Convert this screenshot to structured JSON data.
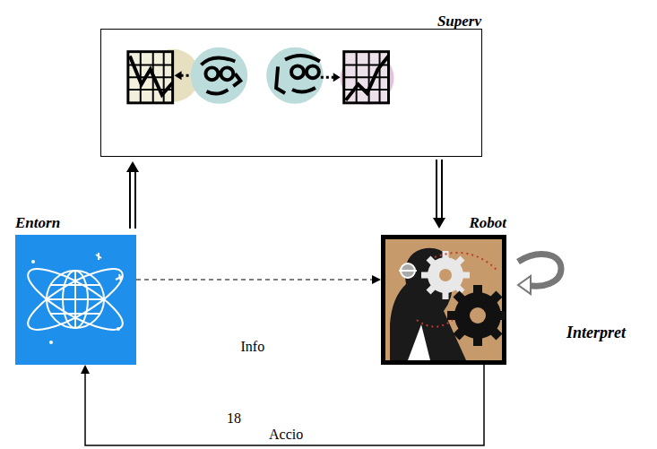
{
  "diagram": {
    "nodes": [
      {
        "text": [
          "Superv"
        ]
      },
      {
        "text": [
          "Entorn"
        ]
      },
      {
        "text": [
          "Robot"
        ]
      }
    ],
    "edges": [
      {
        "from": 1,
        "to": 0,
        "arrow": "to"
      },
      {
        "from": 0,
        "to": 2,
        "arrow": "to"
      },
      {
        "from": 1,
        "to": 2,
        "label": "Info",
        "arrow": "to"
      },
      {
        "from": 2,
        "to": 1,
        "label": "Accio",
        "arrow": "to"
      }
    ],
    "labels": [
      "Interpret",
      "18"
    ]
  }
}
